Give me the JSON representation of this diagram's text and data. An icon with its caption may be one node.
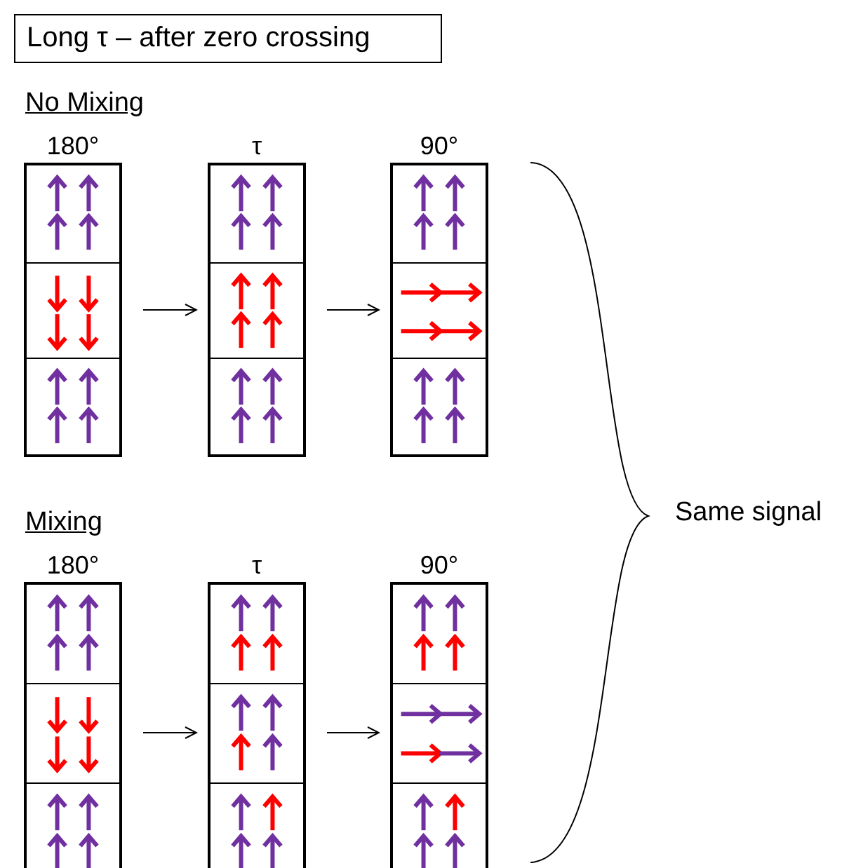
{
  "diagram": {
    "nodes": [
      {
        "text": [
          "Long τ – after zero crossing"
        ]
      },
      {
        "text": [
          "180°"
        ]
      },
      {
        "text": [],
        "shape": "box",
        "in": 1
      },
      {
        "text": [],
        "shape": "box",
        "in": 1
      },
      {
        "text": [],
        "shape": "box",
        "in": 1
      },
      {
        "text": [
          "τ"
        ]
      },
      {
        "text": [],
        "shape": "box",
        "in": 5
      },
      {
        "text": [],
        "shape": "box",
        "in": 5
      },
      {
        "text": [],
        "shape": "box",
        "in": 5
      },
      {
        "text": [
          "90°"
        ]
      },
      {
        "text": [],
        "shape": "box",
        "in": 9
      },
      {
        "text": [],
        "shape": "box",
        "in": 9
      },
      {
        "text": [],
        "shape": "box",
        "in": 9
      },
      {
        "text": [
          "180°"
        ]
      },
      {
        "text": [],
        "shape": "box",
        "in": 13
      },
      {
        "text": [],
        "shape": "box",
        "in": 13
      },
      {
        "text": [],
        "shape": "box",
        "in": 13
      },
      {
        "text": [
          "τ"
        ]
      },
      {
        "text": [],
        "shape": "box",
        "in": 17
      },
      {
        "text": [],
        "shape": "box",
        "in": 17
      },
      {
        "text": [],
        "shape": "box",
        "in": 17
      },
      {
        "text": [
          "90°"
        ]
      },
      {
        "text": [],
        "shape": "box",
        "in": 21
      },
      {
        "text": [],
        "shape": "box",
        "in": 21
      },
      {
        "text": [],
        "shape": "box",
        "in": 21
      }
    ],
    "edges": [
      {
        "from": 1,
        "to": 5,
        "arrow": "to"
      },
      {
        "from": 5,
        "to": 9,
        "arrow": "to"
      },
      {
        "from": 13,
        "to": 17,
        "arrow": "to"
      },
      {
        "from": 17,
        "to": 21,
        "arrow": "to"
      }
    ],
    "labels": [
      "No Mixing",
      "Mixing",
      "Same signal"
    ]
  }
}
